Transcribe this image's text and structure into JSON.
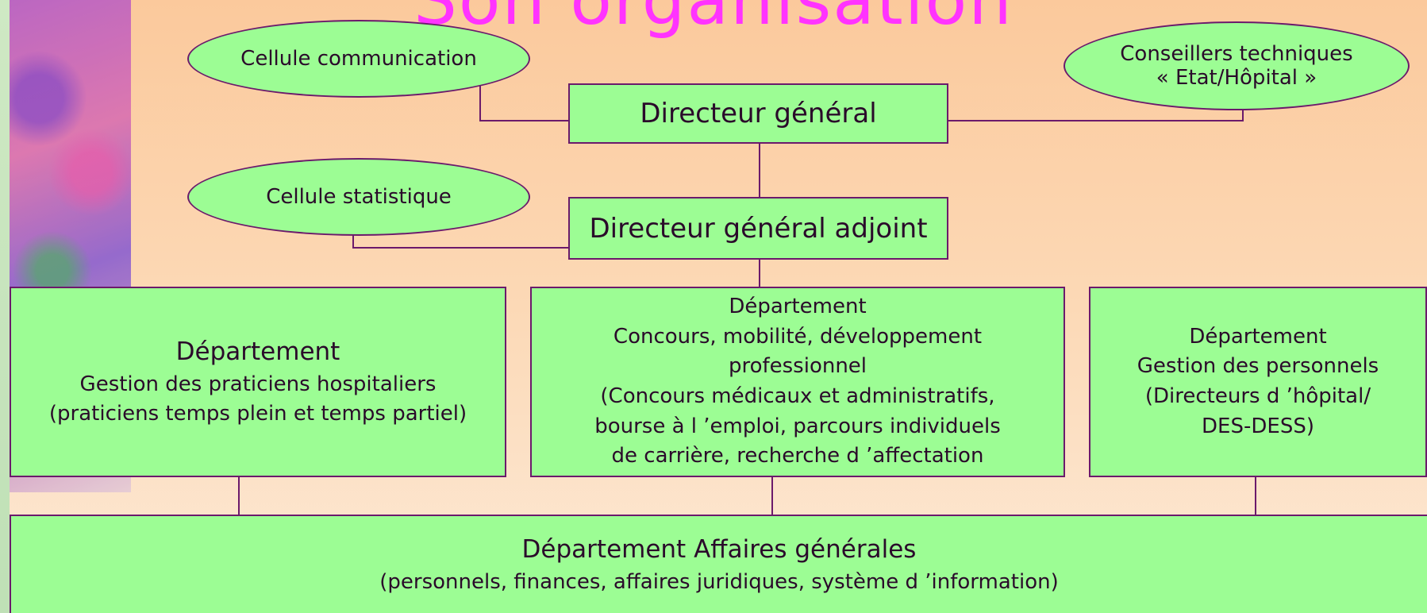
{
  "title": "Son organisation",
  "colors": {
    "box_fill": "#9cfd94",
    "border": "#6b1a6b",
    "title": "#ff33ff"
  },
  "nodes": {
    "cellule_communication": "Cellule communication",
    "conseillers": [
      "Conseillers techniques",
      "« Etat/Hôpital »"
    ],
    "directeur_general": "Directeur général",
    "cellule_statistique": "Cellule statistique",
    "directeur_general_adjoint": "Directeur général adjoint",
    "dept_praticiens": [
      "Département",
      "Gestion des praticiens hospitaliers",
      "(praticiens temps plein et temps partiel)"
    ],
    "dept_concours": [
      "Département",
      "Concours, mobilité, développement",
      "professionnel",
      "(Concours médicaux et administratifs,",
      "bourse à l ’emploi, parcours individuels",
      "de carrière, recherche d ’affectation"
    ],
    "dept_personnels": [
      "Département",
      "Gestion des personnels",
      "(Directeurs d ’hôpital/",
      "DES-DESS)"
    ],
    "dept_affaires_generales": [
      "Département Affaires générales",
      "(personnels, finances, affaires juridiques, système d ’information)"
    ]
  }
}
